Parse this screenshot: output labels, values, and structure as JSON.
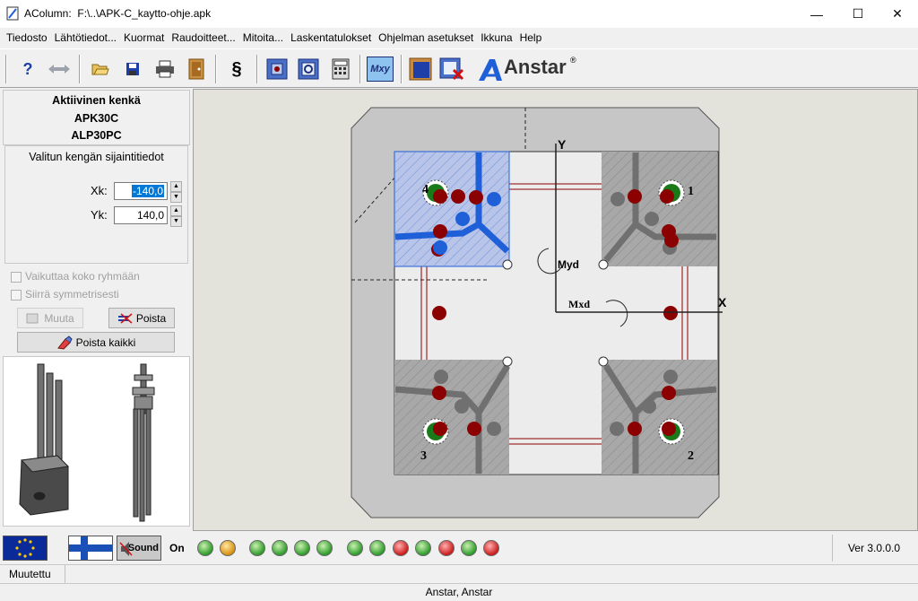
{
  "window": {
    "app": "AColumn:",
    "file": "F:\\..\\APK-C_kaytto-ohje.apk",
    "minimize": "—",
    "maximize": "☐",
    "close": "✕"
  },
  "menu": [
    "Tiedosto",
    "Lähtötiedot...",
    "Kuormat",
    "Raudoitteet...",
    "Mitoita...",
    "Laskentatulokset",
    "Ohjelman asetukset",
    "Ikkuna",
    "Help"
  ],
  "toolbar": {
    "help_glyph": "?",
    "paragraph_glyph": "§",
    "mxy_label": "Mxy",
    "brand": "Anstar",
    "brand_reg": "®"
  },
  "left_panel": {
    "heading": "Aktiivinen kenkä",
    "line1": "APK30C",
    "line2": "ALP30PC",
    "section": "Valitun kengän sijaintitiedot",
    "xk_label": "Xk:",
    "xk_value": "-140,0",
    "yk_label": "Yk:",
    "yk_value": "140,0",
    "chk_group": "Vaikuttaa koko ryhmään",
    "chk_symmetric": "Siirrä symmetrisesti",
    "btn_edit": "Muuta",
    "btn_delete": "Poista",
    "btn_delete_all": "Poista kaikki"
  },
  "drawing": {
    "axis_y": "Y",
    "axis_x": "X",
    "myd": "Myd",
    "mxd": "Mxd",
    "corner_1": "1",
    "corner_2": "2",
    "corner_3": "3",
    "corner_4": "4"
  },
  "status": {
    "sound": "Sound",
    "on": "On",
    "version": "Ver 3.0.0.0",
    "modified": "Muutettu",
    "leds": [
      "green",
      "orange",
      "green",
      "green",
      "green",
      "green",
      "green",
      "green",
      "red",
      "green",
      "red",
      "green",
      "red"
    ]
  },
  "footer": "Anstar,  Anstar",
  "colors": {
    "selection": "#0078d7",
    "rebar_red": "#8b0000",
    "plate_blue": "#1f5fd8",
    "anchor_green": "#1a7a1a"
  }
}
